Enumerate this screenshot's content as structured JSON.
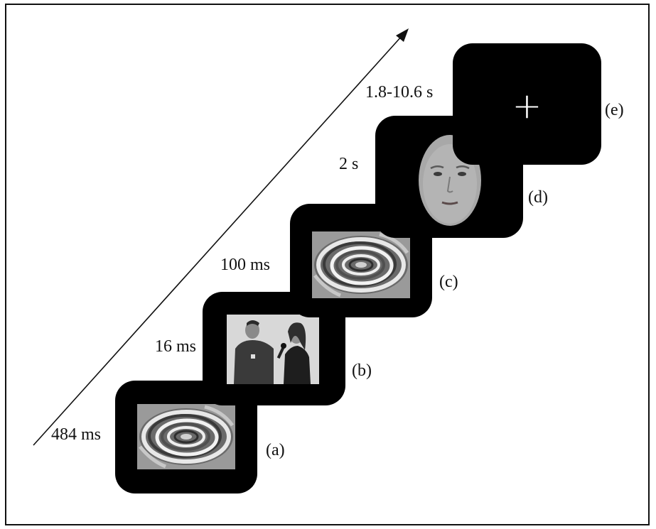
{
  "title": "",
  "timeline": {
    "arrow_direction": "up-right"
  },
  "panels": [
    {
      "id": "a",
      "label": "(a)",
      "duration": "484 ms",
      "content": "mask-swirl"
    },
    {
      "id": "b",
      "label": "(b)",
      "duration": "16 ms",
      "content": "scene-photo-interview"
    },
    {
      "id": "c",
      "label": "(c)",
      "duration": "100 ms",
      "content": "mask-swirl"
    },
    {
      "id": "d",
      "label": "(d)",
      "duration": "2 s",
      "content": "face-photo"
    },
    {
      "id": "e",
      "label": "(e)",
      "duration": "1.8-10.6 s",
      "content": "fixation-cross"
    }
  ],
  "fixation": {
    "symbol": "+"
  },
  "colors": {
    "screen": "#000000",
    "background": "#ffffff",
    "text": "#111111",
    "cross": "#ffffff",
    "mask_bg": "#9a9a9a",
    "photo_bg": "#d8d8d8"
  }
}
